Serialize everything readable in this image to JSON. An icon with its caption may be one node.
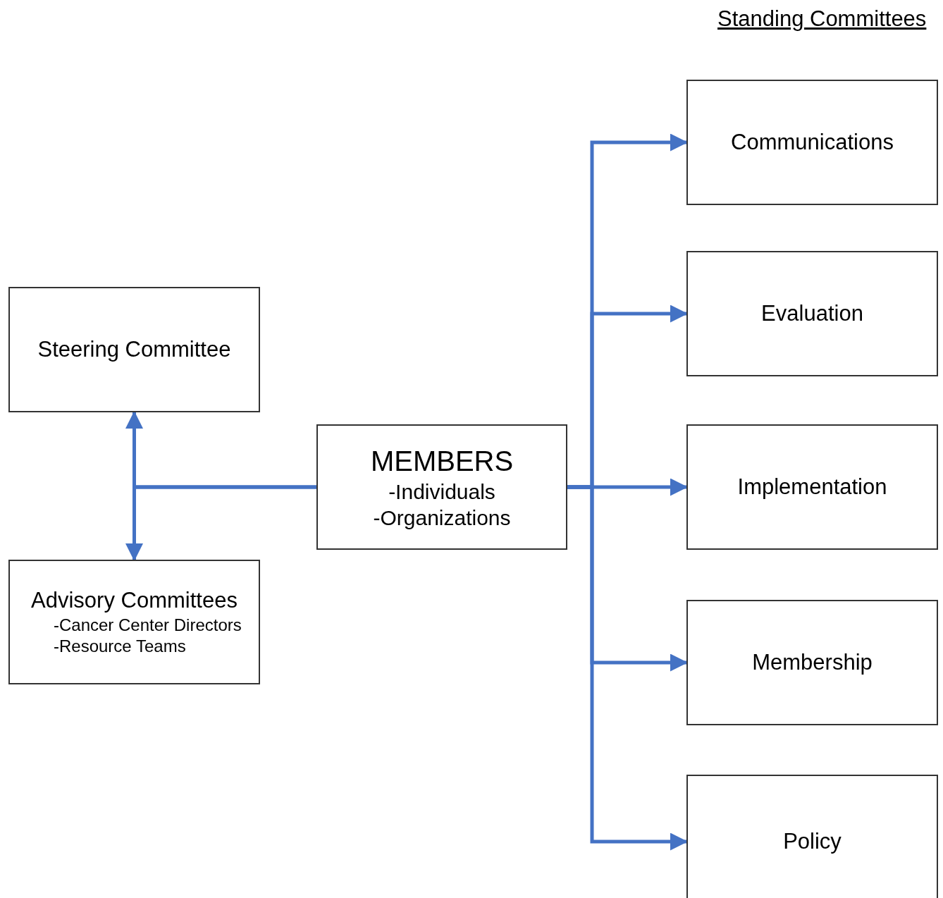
{
  "diagram": {
    "title": "Standing Committees",
    "nodes": [
      {
        "text": [
          "Steering Committee"
        ]
      },
      {
        "text": [
          "Advisory Committees",
          "-Cancer Center Directors",
          "-Resource Teams"
        ]
      },
      {
        "text": [
          "MEMBERS",
          "-Individuals",
          "-Organizations"
        ]
      },
      {
        "text": [
          "Communications"
        ]
      },
      {
        "text": [
          "Evaluation"
        ]
      },
      {
        "text": [
          "Implementation"
        ]
      },
      {
        "text": [
          "Membership"
        ]
      },
      {
        "text": [
          "Policy"
        ]
      }
    ],
    "edges": [
      {
        "from": 2,
        "to": 0,
        "arrow": "to"
      },
      {
        "from": 2,
        "to": 1,
        "arrow": "to"
      },
      {
        "from": 2,
        "to": 3,
        "arrow": "to"
      },
      {
        "from": 2,
        "to": 4,
        "arrow": "to"
      },
      {
        "from": 2,
        "to": 5,
        "arrow": "to"
      },
      {
        "from": 2,
        "to": 6,
        "arrow": "to"
      },
      {
        "from": 2,
        "to": 7,
        "arrow": "to"
      }
    ]
  }
}
